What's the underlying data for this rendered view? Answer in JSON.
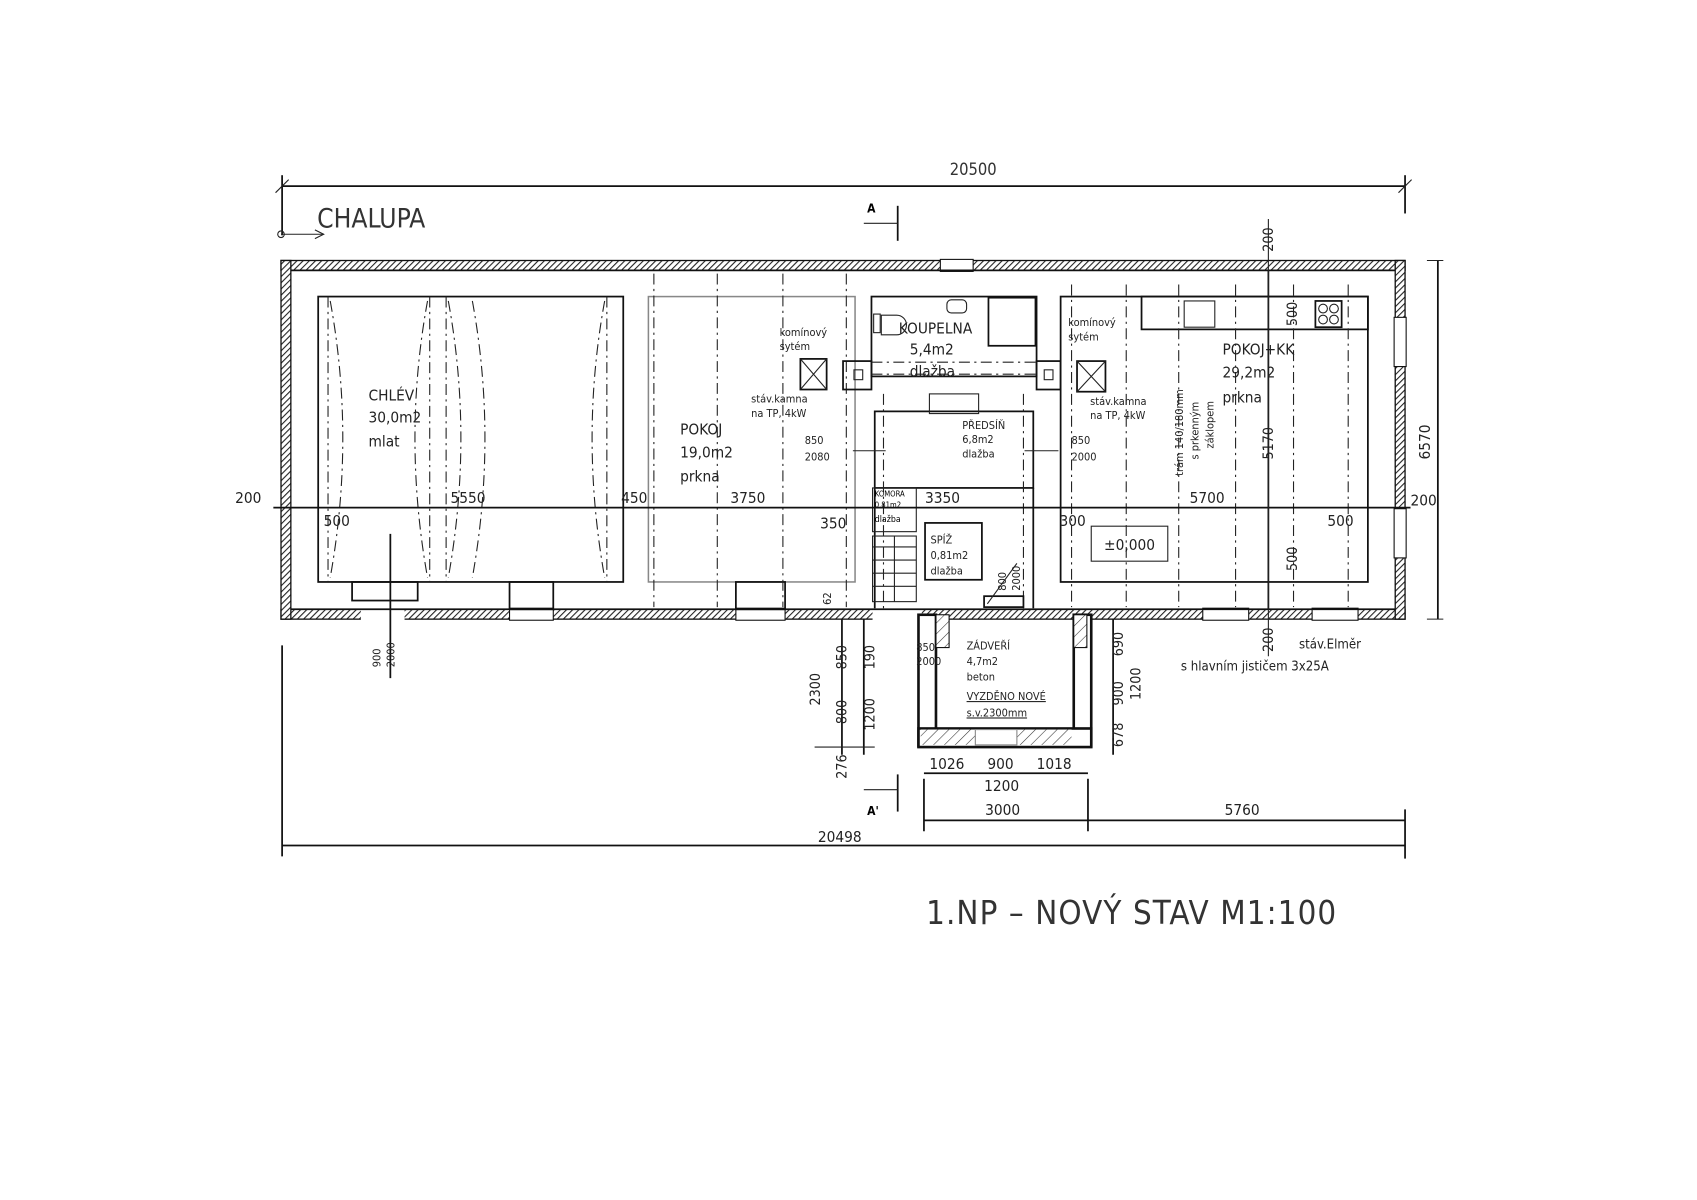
{
  "drawing": {
    "project_label": "CHALUPA",
    "title": "1.NP  –  NOVÝ STAV M1:100",
    "section_marks": [
      "A",
      "A'"
    ],
    "level_mark": "±0,000"
  },
  "rooms": [
    {
      "name": "CHLÉV",
      "area": "30,0m2",
      "floor": "mlat"
    },
    {
      "name": "POKOJ",
      "area": "19,0m2",
      "floor": "prkna"
    },
    {
      "name": "KOUPELNA",
      "area": "5,4m2",
      "floor": "dlažba"
    },
    {
      "name": "PŘEDSÍŇ",
      "area": "6,8m2",
      "floor": "dlažba"
    },
    {
      "name": "KOMORA",
      "area": "0,81m2",
      "floor": "dlažba"
    },
    {
      "name": "SPÍŽ",
      "area": "0,81m2",
      "floor": "dlažba"
    },
    {
      "name": "POKOJ+KK",
      "area": "29,2m2",
      "floor": "prkna"
    },
    {
      "name": "ZÁDVEŘÍ",
      "area": "4,7m2",
      "floor": "beton"
    }
  ],
  "notes": {
    "chimney_left": [
      "komínový",
      "sytém"
    ],
    "stove_left": [
      "stáv.kamna",
      "na TP, 4kW"
    ],
    "chimney_right": [
      "komínový",
      "sytém"
    ],
    "stove_right": [
      "stáv.kamna",
      "na TP, 4kW"
    ],
    "ceiling_beams": [
      "trám 140/180mm",
      "s prkenným",
      "záklopem"
    ],
    "new_wall": [
      "VYZDĚNO NOVÉ",
      "s.v.2300mm"
    ],
    "meter": [
      "stáv.Elměr",
      "s hlavním jističem 3x25A"
    ]
  },
  "dimensions": {
    "overall_top": "20500",
    "overall_bottom": "20498",
    "overall_height": "6570",
    "wall_left": "200",
    "wall_right": "200",
    "wall_top": "200",
    "wall_bottom": "200",
    "chain_mid": [
      "500",
      "5550",
      "450",
      "3750",
      "350",
      "3350",
      "300",
      "5700",
      "500"
    ],
    "kk_height": "5170",
    "kk_top": "500",
    "kk_bottom": "500",
    "door_chlev": [
      "900",
      "2000"
    ],
    "door_pokoj": [
      "850",
      "2080"
    ],
    "door_kk": [
      "850",
      "2000"
    ],
    "door_spiz": [
      "800",
      "2000"
    ],
    "door_zadveri": [
      "850",
      "2000"
    ],
    "sill_62": "62",
    "entry_left": [
      "2300",
      "850",
      "190",
      "800",
      "1200",
      "276"
    ],
    "entry_right": [
      "690",
      "900",
      "1200",
      "678"
    ],
    "entry_bottom": [
      "1026",
      "900",
      "1018",
      "1200"
    ],
    "bottom_chain": [
      "3000",
      "5760"
    ]
  }
}
